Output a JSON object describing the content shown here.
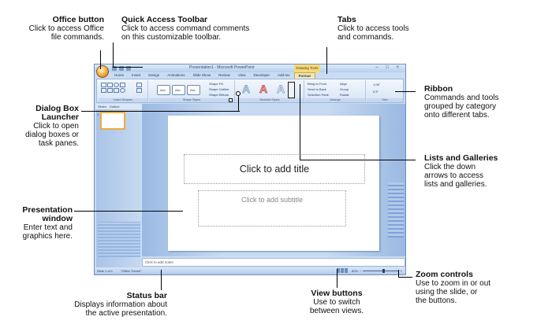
{
  "window": {
    "title": "Presentation1 - Microsoft PowerPoint",
    "contextual_tab": "Drawing Tools",
    "controls": "– □ ×",
    "tabs": [
      "Home",
      "Insert",
      "Design",
      "Animations",
      "Slide Show",
      "Review",
      "View",
      "Developer",
      "Add-Ins",
      "Format"
    ],
    "active_tab": "Format",
    "ribbon_groups": [
      "Insert Shapes",
      "Shape Styles",
      "WordArt Styles",
      "Arrange",
      "Size"
    ],
    "shape_style_buttons": [
      "Abc",
      "Abc",
      "Abc"
    ],
    "shape_commands": [
      "Shape Fill",
      "Shape Outline",
      "Shape Effects"
    ],
    "arrange_commands": [
      "Bring to Front",
      "Send to Back",
      "Selection Pane",
      "Align",
      "Group",
      "Rotate"
    ],
    "size_values": [
      "1.06\"",
      "0.5\""
    ],
    "pane_tabs": [
      "Slides",
      "Outline"
    ],
    "slide_number": "1",
    "slide_title_placeholder": "Click to add title",
    "slide_subtitle_placeholder": "Click to add subtitle",
    "notes_placeholder": "Click to add notes",
    "status_slide": "Slide 1 of 1",
    "status_theme": "\"Office Theme\"",
    "zoom_level": "80%"
  },
  "callouts": {
    "office_button": {
      "title": "Office button",
      "lines": [
        "Click to access Office",
        "file commands."
      ]
    },
    "qat": {
      "title": "Quick Access Toolbar",
      "lines": [
        "Click to access command comments",
        "on this customizable toolbar."
      ]
    },
    "tabs": {
      "title": "Tabs",
      "lines": [
        "Click to access tools",
        "and commands."
      ]
    },
    "ribbon": {
      "title": "Ribbon",
      "lines": [
        "Commands and tools",
        "grouped by category",
        "onto different tabs."
      ]
    },
    "dialog": {
      "title": "Dialog Box",
      "title2": "Launcher",
      "lines": [
        "Click to open",
        "dialog boxes or",
        "task panes."
      ]
    },
    "lists": {
      "title": "Lists and Galleries",
      "lines": [
        "Click the down",
        "arrows to access",
        "lists and galleries."
      ]
    },
    "presentation": {
      "title": "Presentation",
      "title2": "window",
      "lines": [
        "Enter text and",
        "graphics here."
      ]
    },
    "zoom": {
      "title": "Zoom controls",
      "lines": [
        "Use to zoom in or out",
        "using the slide, or",
        "the buttons."
      ]
    },
    "status": {
      "title": "Status bar",
      "lines": [
        "Displays information about",
        "the active presentation."
      ]
    },
    "view": {
      "title": "View buttons",
      "lines": [
        "Use to switch",
        "between views."
      ]
    }
  }
}
